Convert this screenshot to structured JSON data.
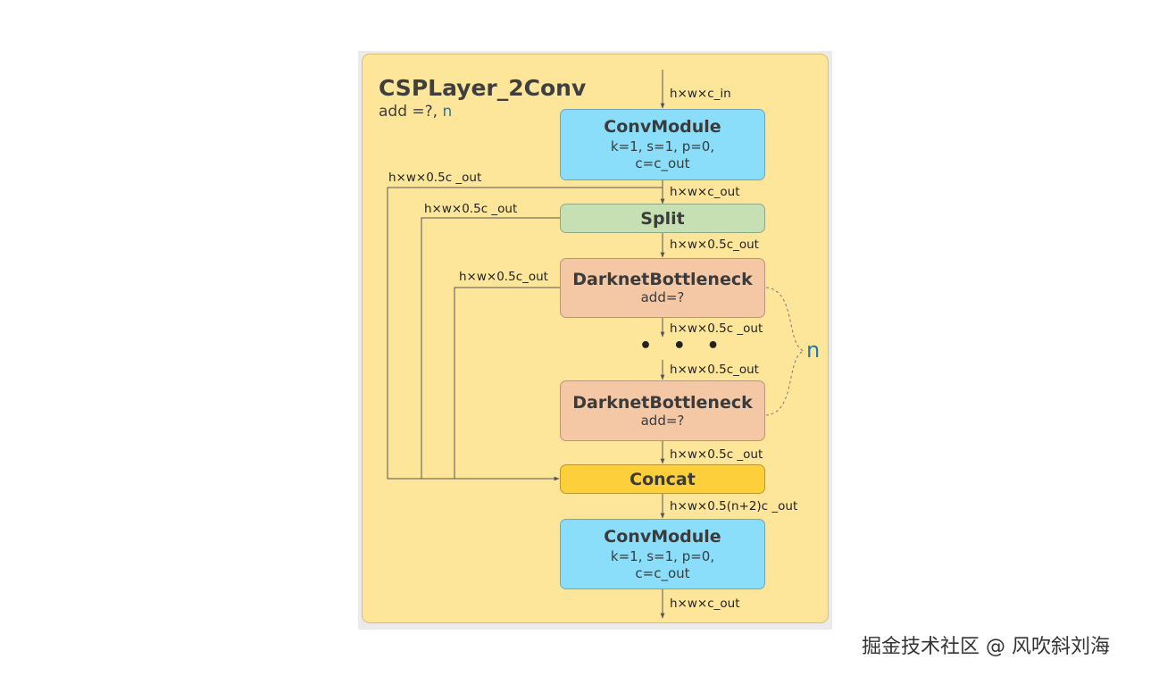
{
  "title": "CSPLayer_2Conv",
  "subtitle": {
    "prefix": "add =?,",
    "n": "n"
  },
  "blocks": {
    "conv1": {
      "name": "ConvModule",
      "line1": "k=1, s=1, p=0,",
      "line2": "c=c_out"
    },
    "split": {
      "name": "Split"
    },
    "bottleneck1": {
      "name": "DarknetBottleneck",
      "param": "add=?"
    },
    "bottleneck2": {
      "name": "DarknetBottleneck",
      "param": "add=?"
    },
    "concat": {
      "name": "Concat"
    },
    "conv2": {
      "name": "ConvModule",
      "line1": "k=1, s=1, p=0,",
      "line2": "c=c_out"
    }
  },
  "labels": {
    "input": "h×w×c_in",
    "after_conv1": "h×w×c_out",
    "after_split": "h×w×0.5c_out",
    "after_bottleneck1": "h×w×0.5c _out",
    "before_bottleneck2": "h×w×0.5c_out",
    "after_bottleneck2": "h×w×0.5c _out",
    "after_concat": "h×w×0.5(n+2)c _out",
    "output": "h×w×c_out",
    "skip_conv": "h×w×0.5c _out",
    "skip_split": "h×w×0.5c _out",
    "skip_bottleneck": "h×w×0.5c_out"
  },
  "ellipsis": "• • •",
  "repeat_label": "n",
  "watermark": "掘金技术社区 @ 风吹斜刘海",
  "colors": {
    "panel": "#fde69a",
    "conv": "#8adefa",
    "split": "#c6e0b4",
    "bottleneck": "#f4c7a5",
    "concat": "#fdcf3a",
    "accent": "#1f78b4"
  }
}
